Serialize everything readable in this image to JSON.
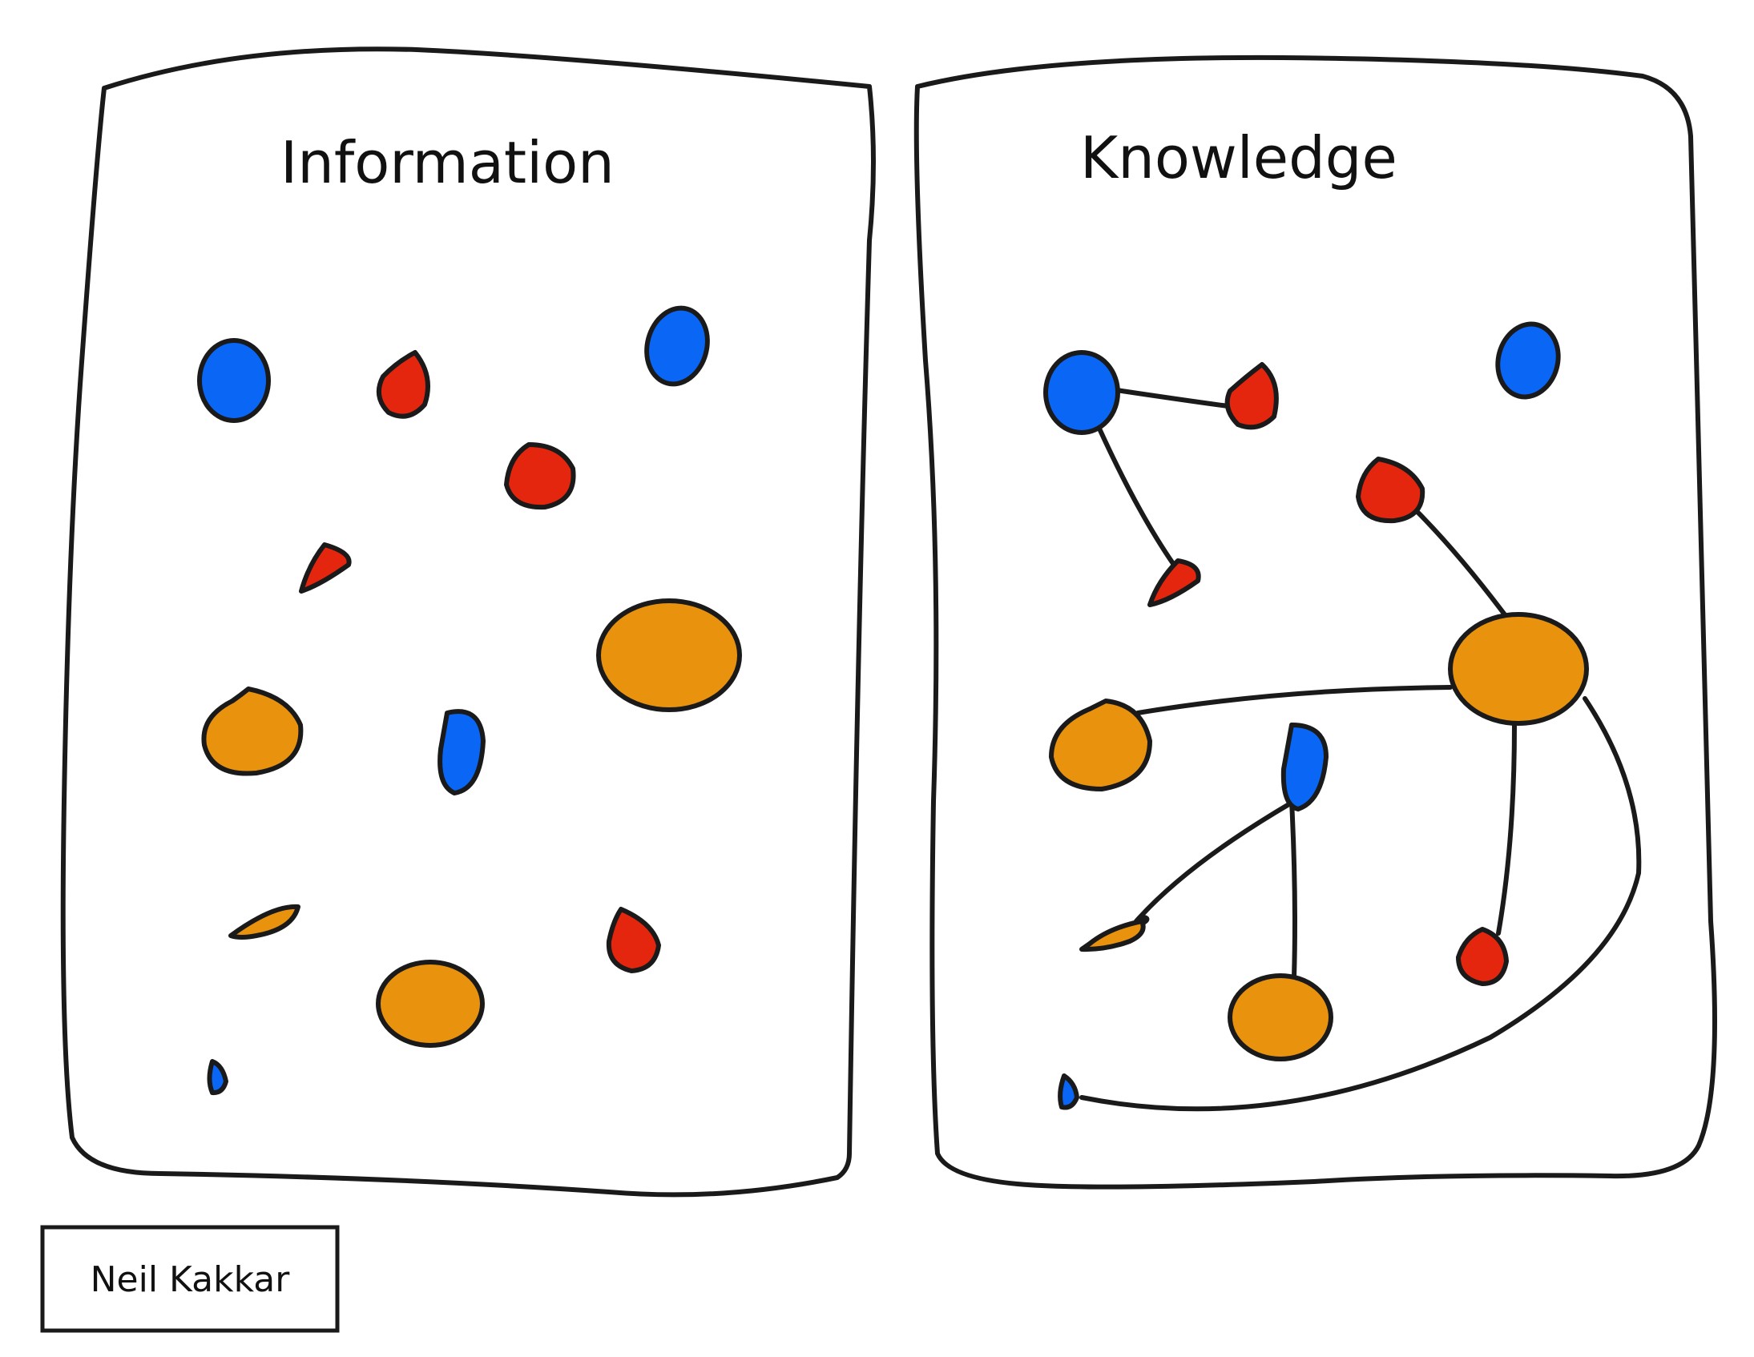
{
  "colors": {
    "blue": "#0a66f5",
    "red": "#e5260e",
    "orange": "#e8920e",
    "outline": "#1a1a1a"
  },
  "panels": {
    "left": {
      "title": "Information"
    },
    "right": {
      "title": "Knowledge"
    }
  },
  "credit": "Neil Kakkar"
}
